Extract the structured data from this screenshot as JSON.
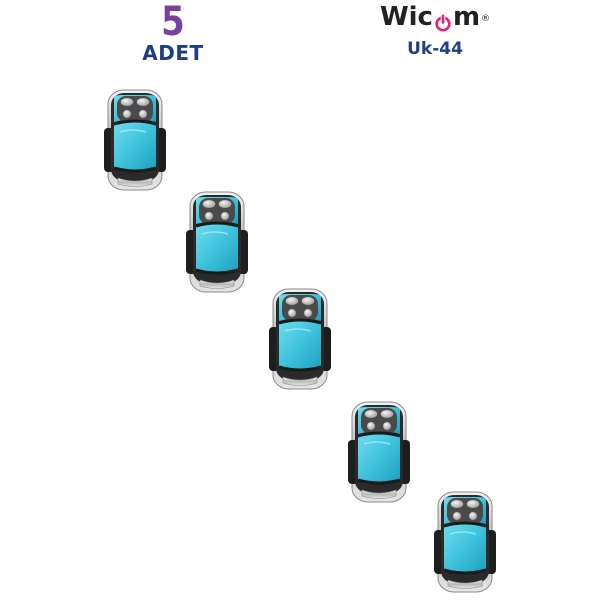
{
  "quantity": {
    "number": "5",
    "label": "ADET"
  },
  "brand": {
    "name_start": "Wic",
    "name_end": "m",
    "registered": "®",
    "model": "Uk-44"
  },
  "colors": {
    "body_cyan": "#3fc3dc",
    "frame": "#2a2a2a",
    "chrome": "#c9c9c9",
    "purple": "#7b3fa0",
    "navy": "#1f3d86",
    "logo_pink": "#e0267b"
  },
  "product": {
    "remote_count": 5,
    "buttons_per_remote": 4
  }
}
